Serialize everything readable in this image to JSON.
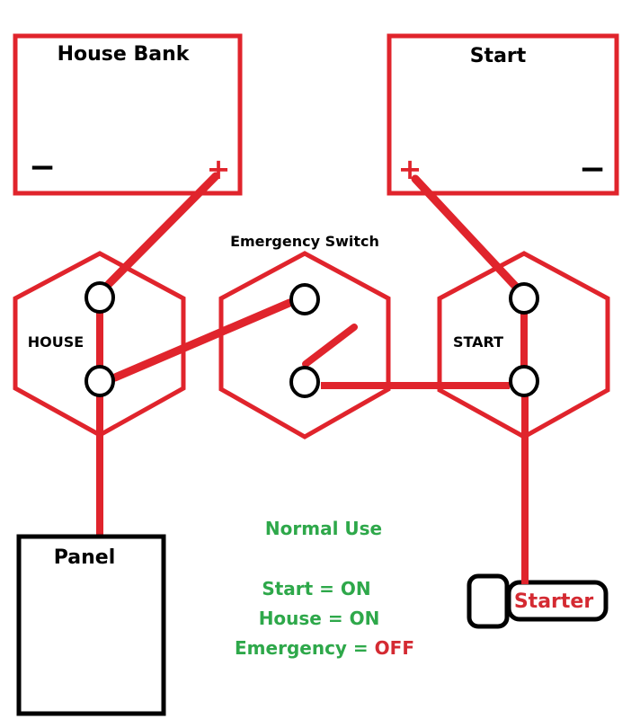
{
  "colors": {
    "wire": "#e0242c",
    "terminal": "#000000",
    "green": "#2ea84a",
    "red_text": "#d42a32",
    "black": "#000000"
  },
  "batteries": {
    "house": {
      "title": "House Bank",
      "neg": "−",
      "pos": "+"
    },
    "start": {
      "title": "Start",
      "neg": "−",
      "pos": "+"
    }
  },
  "switches": {
    "house": {
      "label": "HOUSE"
    },
    "emergency": {
      "title": "Emergency Switch"
    },
    "start": {
      "label": "START"
    }
  },
  "panel": {
    "label": "Panel"
  },
  "starter": {
    "label": "Starter"
  },
  "legend": {
    "title": "Normal Use",
    "lines": [
      {
        "name": "Start",
        "eq": " = ",
        "value": "ON",
        "state": "on"
      },
      {
        "name": "House",
        "eq": " = ",
        "value": "ON",
        "state": "on"
      },
      {
        "name": "Emergency",
        "eq": " = ",
        "value": "OFF",
        "state": "off"
      }
    ]
  }
}
